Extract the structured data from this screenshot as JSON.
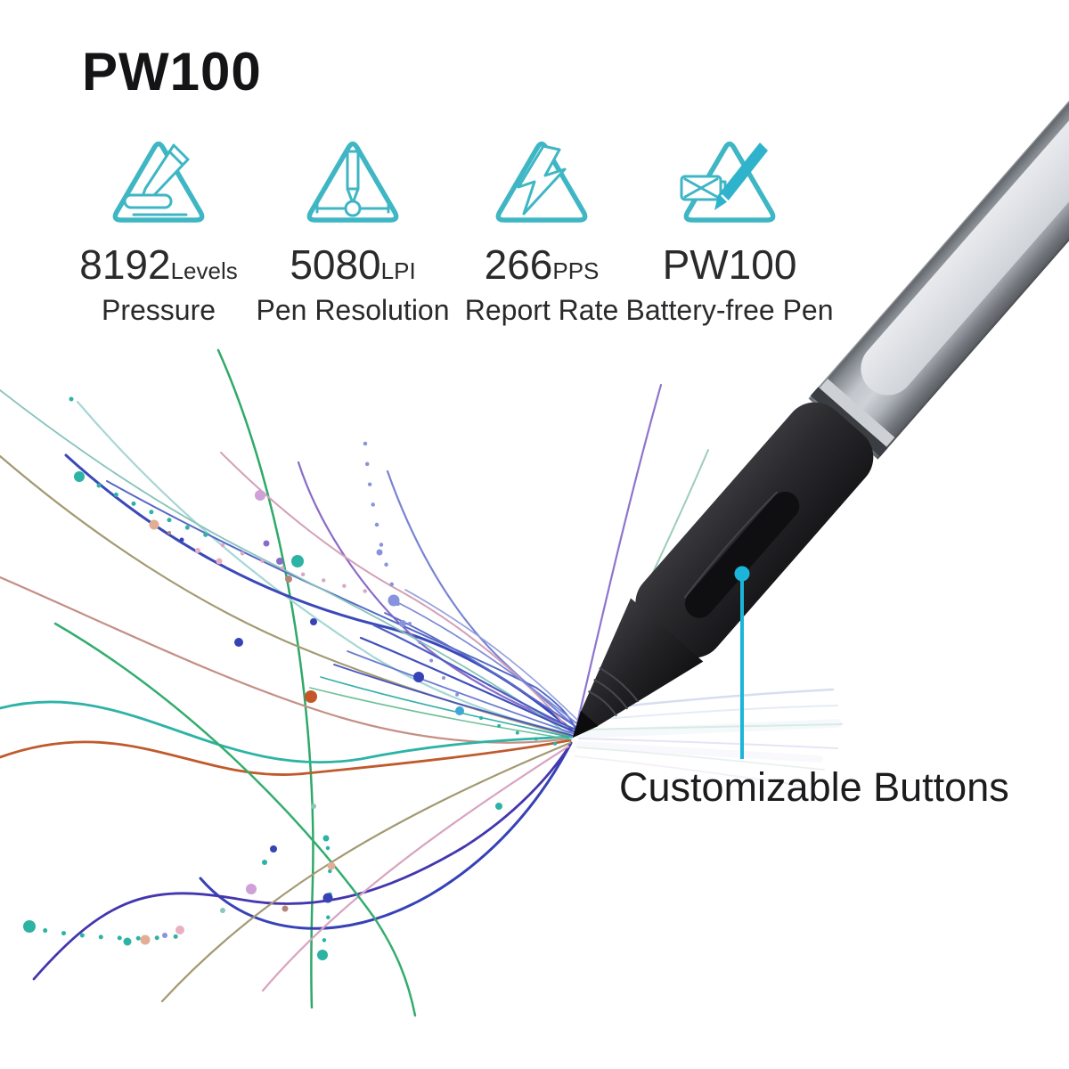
{
  "title": "PW100",
  "features": [
    {
      "icon": "pressure-triangle-icon",
      "value": "8192",
      "unit": "Levels",
      "label": "Pressure"
    },
    {
      "icon": "resolution-triangle-icon",
      "value": "5080",
      "unit": "LPI",
      "label": "Pen Resolution"
    },
    {
      "icon": "report-rate-triangle-icon",
      "value": "266",
      "unit": "PPS",
      "label": "Report Rate"
    },
    {
      "icon": "battery-free-triangle-icon",
      "value": "PW100",
      "unit": "",
      "label": "Battery-free Pen"
    }
  ],
  "callout": {
    "label": "Customizable Buttons"
  },
  "colors": {
    "accent_teal": "#3fb6c4",
    "callout_cyan": "#1ab5d8",
    "text_dark": "#2a2a2c",
    "pen_black": "#1c1c1f",
    "pen_silver": "#c6cad0"
  }
}
